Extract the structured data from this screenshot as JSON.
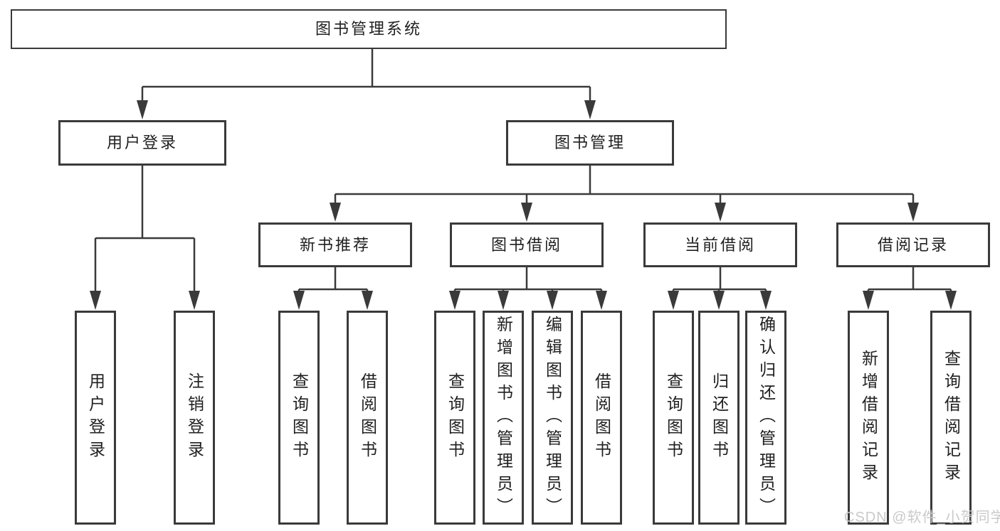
{
  "diagram_title": "图书管理系统",
  "tree": {
    "root": "图书管理系统",
    "branches": [
      {
        "label": "用户登录",
        "children": [
          "用户登录",
          "注销登录"
        ]
      },
      {
        "label": "图书管理",
        "children": [
          {
            "label": "新书推荐",
            "children": [
              "查询图书",
              "借阅图书"
            ]
          },
          {
            "label": "图书借阅",
            "children": [
              "查询图书",
              "新增图书（管理员）",
              "编辑图书（管理员）",
              "借阅图书"
            ]
          },
          {
            "label": "当前借阅",
            "children": [
              "查询图书",
              "归还图书",
              "确认归还（管理员）"
            ]
          },
          {
            "label": "借阅记录",
            "children": [
              "新增借阅记录",
              "查询借阅记录"
            ]
          }
        ]
      }
    ]
  },
  "watermark": {
    "text": "CSDN @软件_小贺同学"
  },
  "colors": {
    "line": "#3a3a3a",
    "box_border": "#3a3a3a",
    "text": "#1f1f1f",
    "watermark": "#c9c9c9",
    "background": "#ffffff"
  }
}
